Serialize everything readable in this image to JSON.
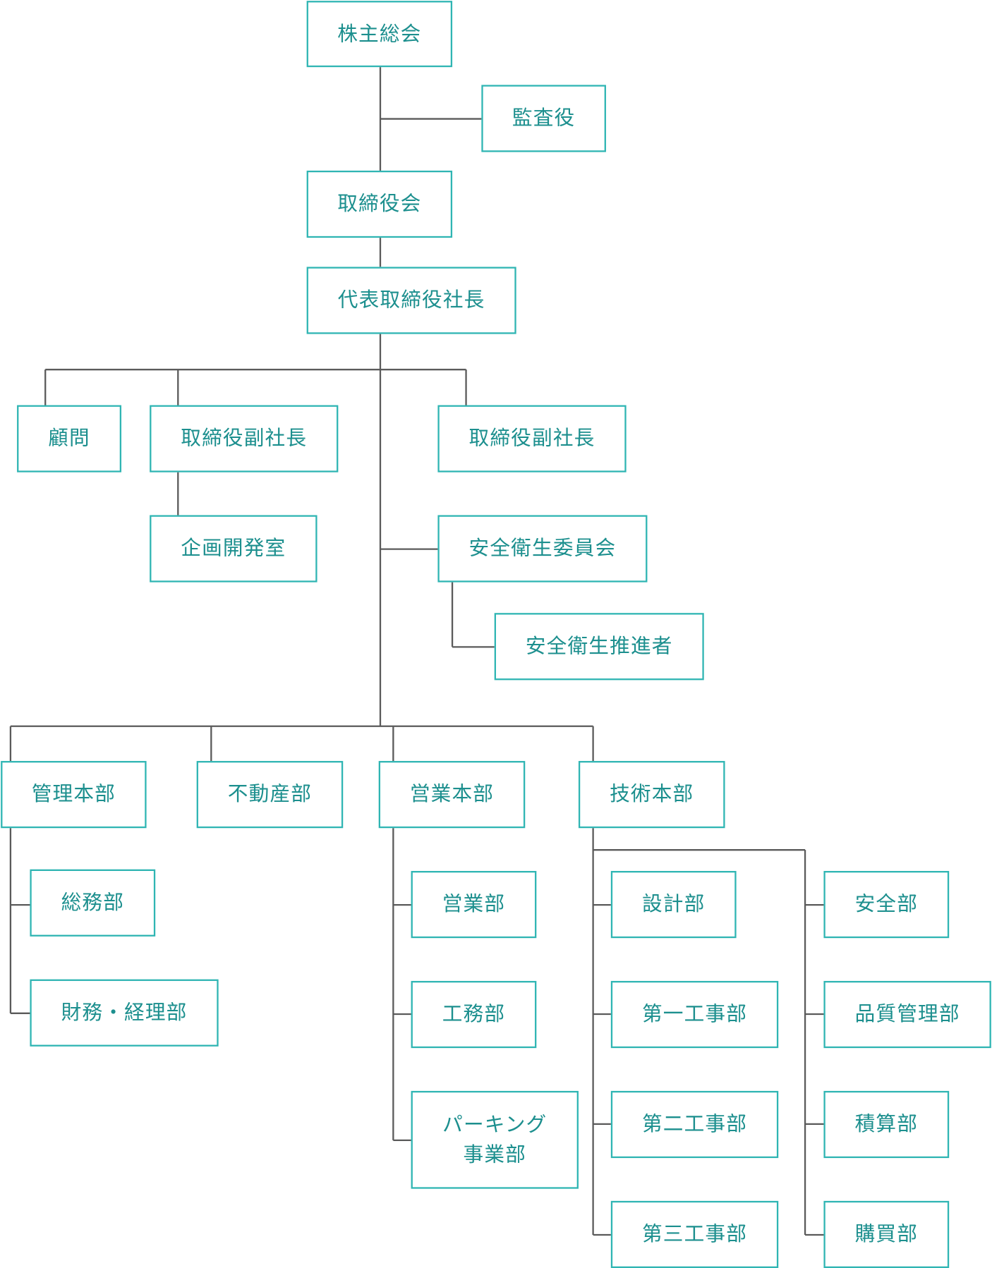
{
  "org": {
    "shareholders": "株主総会",
    "auditor": "監査役",
    "board": "取締役会",
    "president": "代表取締役社長",
    "advisor": "顧問",
    "vp_left": "取締役副社長",
    "vp_right": "取締役副社長",
    "planning": "企画開発室",
    "safety_committee": "安全衛生委員会",
    "safety_promoter": "安全衛生推進者",
    "admin_hq": "管理本部",
    "real_estate": "不動産部",
    "sales_hq": "営業本部",
    "tech_hq": "技術本部",
    "general_affairs": "総務部",
    "finance": "財務・経理部",
    "sales": "営業部",
    "construction_affairs": "工務部",
    "parking": "パーキング\n事業部",
    "design": "設計部",
    "works1": "第一工事部",
    "works2": "第二工事部",
    "works3": "第三工事部",
    "safety": "安全部",
    "quality": "品質管理部",
    "estimation": "積算部",
    "purchasing": "購買部"
  },
  "colors": {
    "box_border": "#2fb5b3",
    "box_text": "#1c8f8e",
    "connector": "#5a5a5a"
  }
}
